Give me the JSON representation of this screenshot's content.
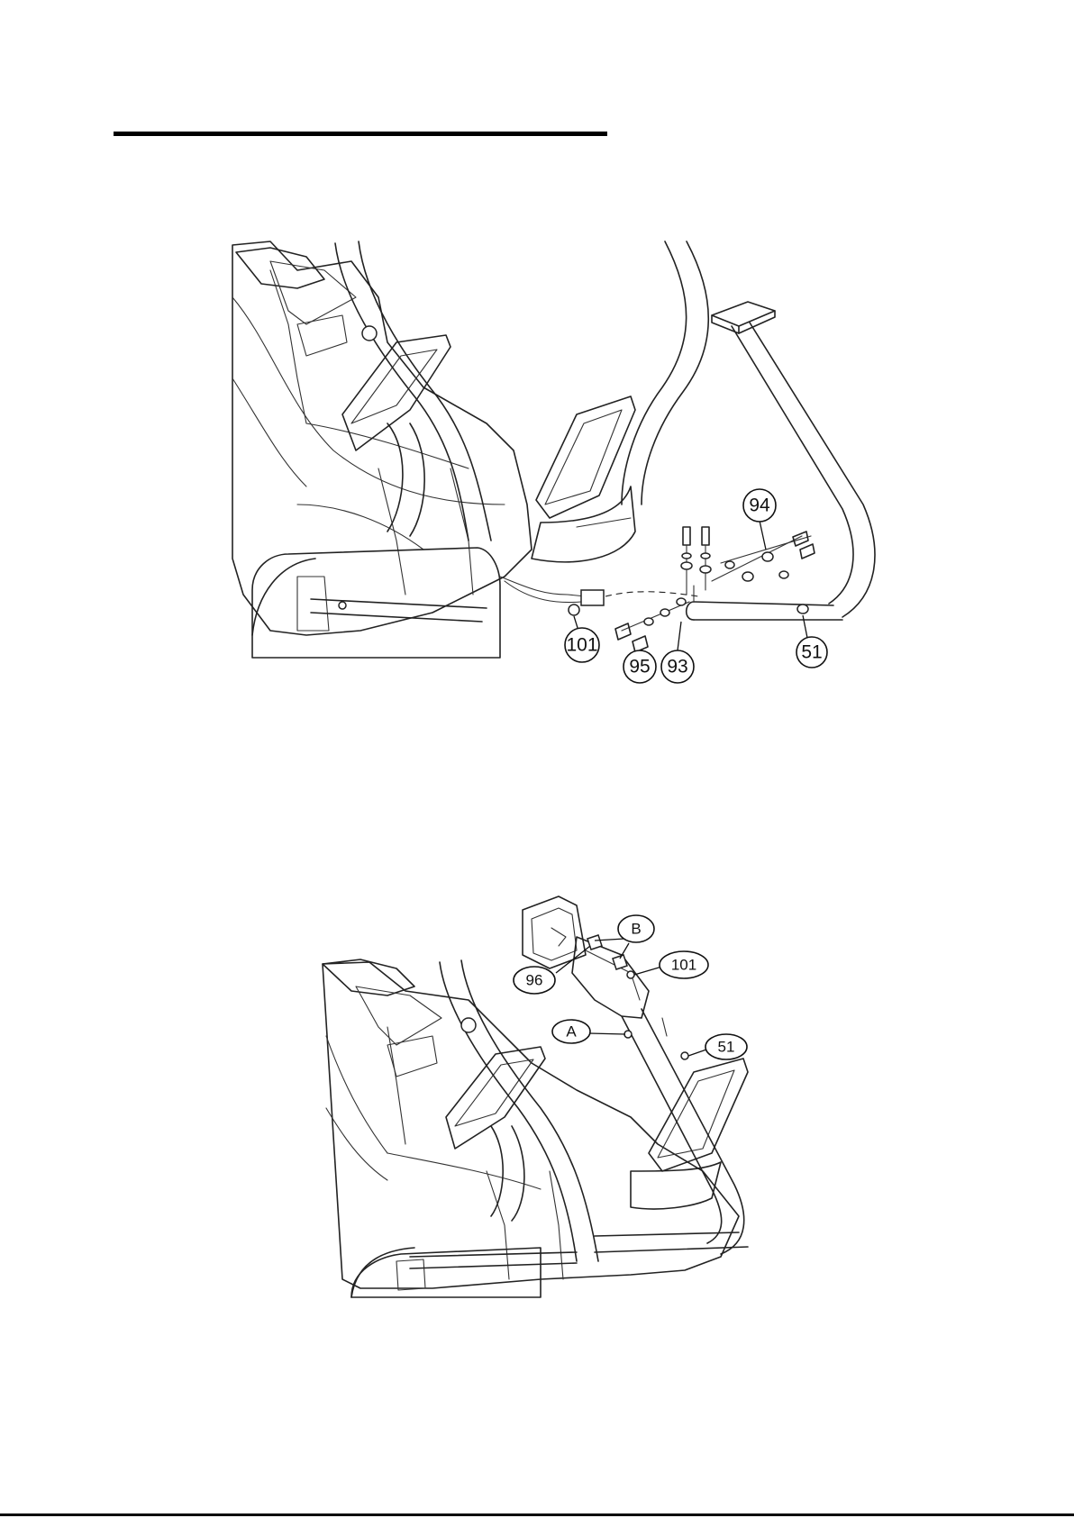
{
  "figure1": {
    "callouts": [
      {
        "id": "94",
        "label": "94"
      },
      {
        "id": "101",
        "label": "101"
      },
      {
        "id": "95",
        "label": "95"
      },
      {
        "id": "93",
        "label": "93"
      },
      {
        "id": "51",
        "label": "51"
      }
    ]
  },
  "figure2": {
    "callouts": [
      {
        "id": "B",
        "label": "B"
      },
      {
        "id": "101",
        "label": "101"
      },
      {
        "id": "96",
        "label": "96"
      },
      {
        "id": "A",
        "label": "A"
      },
      {
        "id": "51",
        "label": "51"
      }
    ]
  }
}
